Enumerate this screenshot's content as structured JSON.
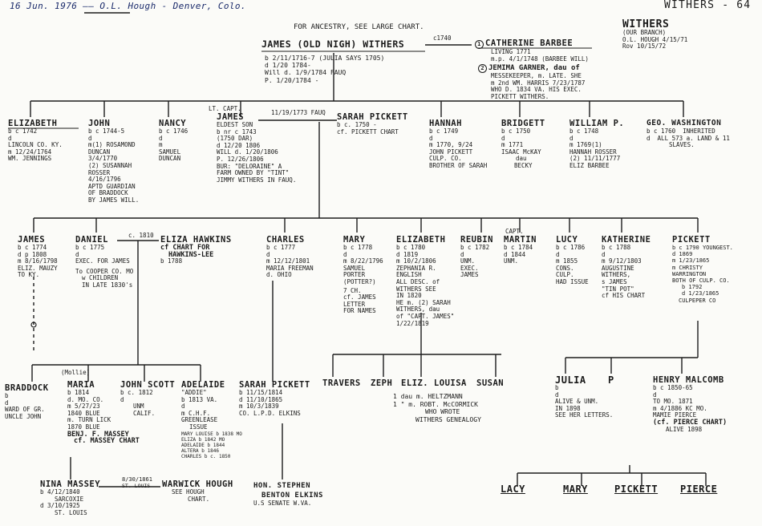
{
  "header": {
    "note": "16 Jun. 1976 —— O.L. Hough - Denver, Colo.",
    "code": "WITHERS - 64",
    "ancestry_note": "FOR ANCESTRY, SEE LARGE CHART.",
    "branch": [
      "WITHERS",
      "(OUR BRANCH)",
      "O.L. HOUGH  4/15/71",
      "Rov  10/15/72"
    ]
  },
  "root": {
    "name": "JAMES (OLD NIGH) WITHERS",
    "marriage": "c1740",
    "details": [
      "b 2/11/1716-7 (JULIA SAYS 1705)",
      "d 1/20 1784-",
      "Will d. 1/9/1784 FAUQ",
      "P. 1/20/1784 -"
    ],
    "spouse1_num": "1",
    "spouse1": "CATHERINE BARBEE",
    "spouse1_details": [
      "LIVING 1771",
      "m.p. 4/1/1748 (BARBEE WILL)"
    ],
    "spouse2_num": "2",
    "spouse2": "JEMIMA GARNER, dau of",
    "spouse2_details": [
      "MESSEKEEPER, m. LATE. SHE",
      "m 2nd WM. HARRIS 7/23/1787",
      "WHO D. 1834 VA. HIS EXEC.",
      "PICKETT WITHERS."
    ]
  },
  "gen2": {
    "elizabeth": {
      "name": "ELIZABETH",
      "details": [
        "b c 1742",
        "d",
        "LINCOLN CO. KY.",
        "m 12/24/1764",
        "WM. JENNINGS"
      ]
    },
    "john": {
      "name": "JOHN",
      "details": [
        "b c 1744-5",
        "d",
        "m(1) ROSAMOND",
        "DUNCAN",
        "3/4/1770",
        "(2) SUSANNAH",
        "ROSSER",
        "4/16/1796",
        "APTD GUARDIAN",
        "OF BRADDOCK",
        "BY JAMES WILL."
      ]
    },
    "nancy": {
      "name": "NANCY",
      "details": [
        "b c 1746",
        "d",
        "m",
        "SAMUEL",
        "DUNCAN"
      ]
    },
    "james": {
      "title": "LT. CAPT.",
      "name": "JAMES",
      "details": [
        "ELDEST SON",
        "b nr c 1743",
        "(1750 DAR)",
        "d 12/20 1806",
        "WILL d. 1/20/1806",
        "P. 12/26/1806",
        "BUR: \"DELORAINE\" A",
        "FARM OWNED BY \"TINT\"",
        "JIMMY WITHERS IN FAUQ."
      ]
    },
    "james_marriage": "11/19/1773 FAUQ",
    "sarah": {
      "name": "SARAH PICKETT",
      "details": [
        "b c. 1750 -",
        "cf. PICKETT CHART"
      ]
    },
    "hannah": {
      "name": "HANNAH",
      "details": [
        "b c 1749",
        "d",
        "m 1770, 9/24",
        "JOHN PICKETT",
        "CULP. CO.",
        "BROTHER OF SARAH"
      ]
    },
    "bridgett": {
      "name": "BRIDGETT",
      "details": [
        "b c 1750",
        "d",
        "m 1771",
        "ISAAC McKAY",
        "dau",
        "BECKY"
      ]
    },
    "william": {
      "name": "WILLIAM P.",
      "details": [
        "b c 1748",
        "d",
        "m 1769(1)",
        "HANNAH ROSSER",
        "(2) 11/11/1777",
        "ELIZ BARBEE"
      ]
    },
    "geo": {
      "name": "GEO. WASHINGTON",
      "details": [
        "b c 1760",
        "INHERITED",
        "d",
        "ALL 573 a. LAND & 11",
        "SLAVES."
      ]
    }
  },
  "gen3": {
    "james": {
      "name": "JAMES",
      "details": [
        "b c 1774",
        "d p 1808",
        "m 8/16/1798",
        "ELIZ. MAUZY",
        "TO KY."
      ]
    },
    "daniel": {
      "name": "DANIEL",
      "marriage": "c. 1810",
      "details": [
        "b c 1775",
        "d",
        "EXEC. FOR JAMES",
        "To COOPER CO. MO",
        "w CHILDREN",
        "IN LATE 1830's"
      ]
    },
    "eliza": {
      "name": "ELIZA HAWKINS",
      "details": [
        "cf CHART FOR",
        "HAWKINS-LEE",
        "b 1788"
      ]
    },
    "charles": {
      "name": "CHARLES",
      "details": [
        "b c 1777",
        "d",
        "m 12/12/1801",
        "MARIA FREEMAN",
        "d. OHIO"
      ]
    },
    "mary": {
      "name": "MARY",
      "details": [
        "b c 1778",
        "d",
        "m 8/22/1796",
        "SAMUEL",
        "PORTER",
        "(POTTER?)",
        "7 CH.",
        "cf. JAMES",
        "LETTER",
        "FOR NAMES"
      ]
    },
    "elizabeth": {
      "name": "ELIZABETH",
      "details": [
        "b c 1780",
        "d 1819",
        "m 10/2/1806",
        "ZEPHANIA R.",
        "ENGLISH",
        "ALL DESC. of",
        "WITHERS SEE",
        "IN 1820",
        "HE m. (2) SARAH",
        "WITHERS, dau",
        "of \"CAPT. JAMES\"",
        "1/22/1819"
      ]
    },
    "reubin": {
      "name": "REUBIN",
      "details": [
        "b c 1782",
        "d",
        "UNM.",
        "EXEC.",
        "JAMES"
      ]
    },
    "martin": {
      "title": "CAPT.",
      "name": "MARTIN",
      "details": [
        "b c 1784",
        "d 1844",
        "UNM."
      ]
    },
    "lucy": {
      "name": "LUCY",
      "details": [
        "b c 1786",
        "d",
        "m 1855",
        "CONS.",
        "CULP.",
        "HAD ISSUE"
      ]
    },
    "katherine": {
      "name": "KATHERINE",
      "details": [
        "b c 1788",
        "d",
        "m 9/12/1803",
        "AUGUSTINE",
        "WITHERS,",
        "s JAMES",
        "\"TIN POT\"",
        "cf HIS CHART"
      ]
    },
    "pickett": {
      "name": "PICKETT",
      "details": [
        "b c 1790",
        "YOUNGEST.",
        "d 1869",
        "m 1/23/1865",
        "m CHRISTY",
        "WARRINGTON",
        "BOTH OF CULP. CO.",
        "b 1792",
        "d 1/23/1865",
        "CULPEPER CO"
      ]
    }
  },
  "gen4": {
    "braddock": {
      "name": "BRADDOCK",
      "details": [
        "b",
        "d",
        "WARD OF GR.",
        "UNCLE JOHN"
      ]
    },
    "maria": {
      "nickname": "(Mollie)",
      "name": "MARIA",
      "details": [
        "b 1814",
        "d. MO. CO.",
        "m 5/27/23",
        "1840 BLUE",
        "m. TURN LICK",
        "1870 BLUE",
        "BENJ. F. MASSEY",
        "cf. MASSEY CHART"
      ]
    },
    "john_scott": {
      "name": "JOHN SCOTT",
      "details": [
        "b c. 1812",
        "d",
        "UNM",
        "CALIF."
      ]
    },
    "adelaide": {
      "name": "ADELAIDE",
      "details": [
        "\"ADDIE\"",
        "b 1813 VA.",
        "d",
        "m C.H.F.",
        "GREENLEASE",
        "ISSUE",
        "MARY LOUISE b 1838 MO",
        "ELIZA b 1842 MO",
        "ADELAIDE b 1844",
        "ALTERA b 1846",
        "CHARLES b c. 1850"
      ]
    },
    "sarah": {
      "name": "SARAH PICKETT",
      "details": [
        "b 11/15/1814",
        "d 11/10/1865",
        "m 10/3/1839",
        "CO. L.P.D. ELKINS"
      ]
    },
    "travers": {
      "name": "TRAVERS"
    },
    "zeph": {
      "name": "ZEPH"
    },
    "eliz_louisa": {
      "name": "ELIZ. LOUISA"
    },
    "susan": {
      "name": "SUSAN"
    },
    "english_note": [
      "1 dau m. HELTZMANN",
      "1 \" m. ROBT. McCORMICK",
      "WHO WROTE",
      "WITHERS GENEALOGY"
    ],
    "julia": {
      "name": "JULIA",
      "details": [
        "b",
        "d",
        "ALIVE & UNM.",
        "IN 1898",
        "SEE HER LETTERS."
      ]
    },
    "p": "P",
    "henry": {
      "name": "HENRY MALCOMB",
      "details": [
        "b c 1850-65",
        "d",
        "TO MO. 1871",
        "m 4/1886 KC MO.",
        "MAMIE PIERCE",
        "(cf. PIERCE CHART)",
        "ALIVE 1898"
      ]
    }
  },
  "gen5": {
    "nina": {
      "name": "NINA MASSEY",
      "marriage": "8/30/1861",
      "marriage2": "ST. LOUIS",
      "details": [
        "b 4/12/1840",
        "SARCOXIE",
        "d 3/10/1925",
        "ST. LOUIS"
      ]
    },
    "warwick": {
      "name": "WARWICK HOUGH",
      "details": [
        "SEE HOUGH",
        "CHART."
      ]
    },
    "stephen": {
      "name": "HON. STEPHEN",
      "name2": "BENTON ELKINS",
      "details": [
        "U.S SENATE W.VA."
      ]
    },
    "lacy": {
      "name": "LACY"
    },
    "mary": {
      "name": "MARY"
    },
    "pickett": {
      "name": "PICKETT"
    },
    "pierce": {
      "name": "PIERCE"
    }
  }
}
